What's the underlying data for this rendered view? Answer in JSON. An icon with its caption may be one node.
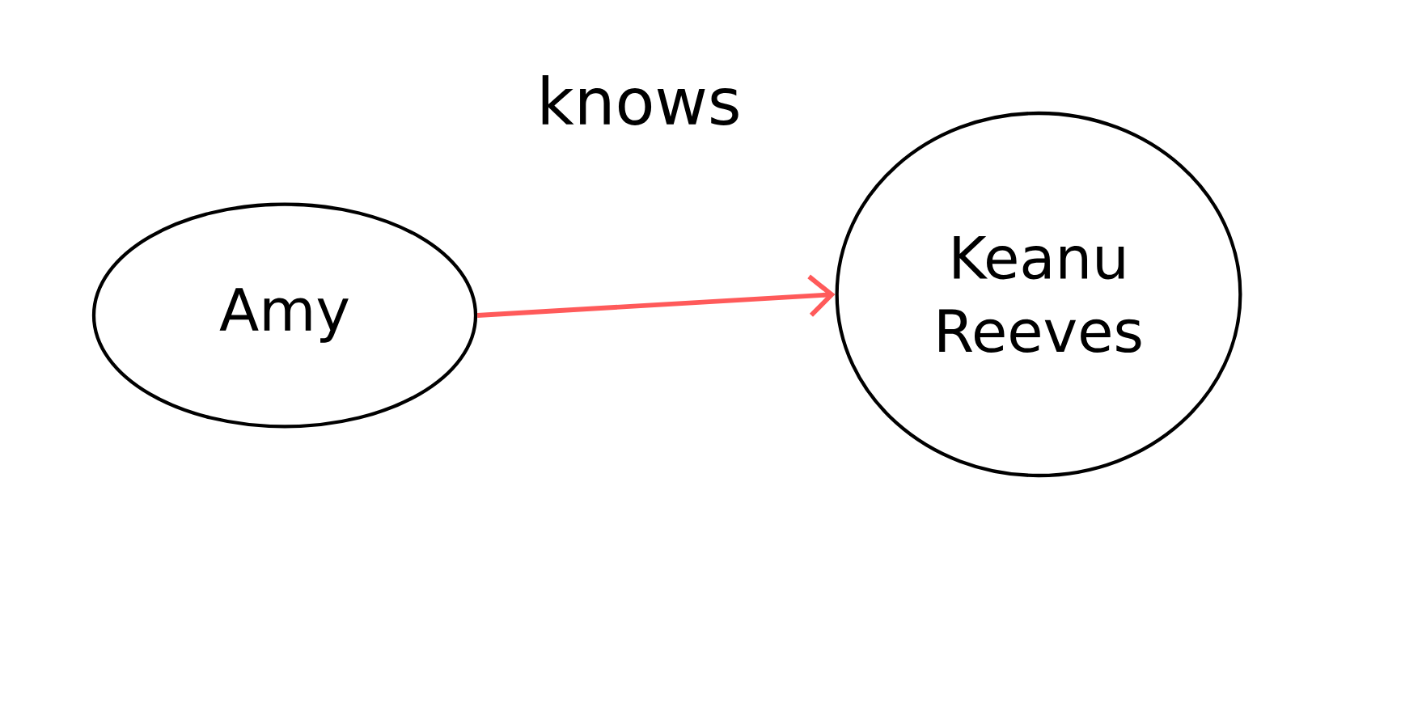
{
  "diagram": {
    "nodes": [
      {
        "text": [
          "Amy"
        ]
      },
      {
        "text": [
          "Keanu Reeves"
        ]
      }
    ],
    "edges": [
      {
        "from": 0,
        "to": 1,
        "arrow": "to",
        "label": "knows",
        "color": "#ff5a5a"
      }
    ]
  }
}
